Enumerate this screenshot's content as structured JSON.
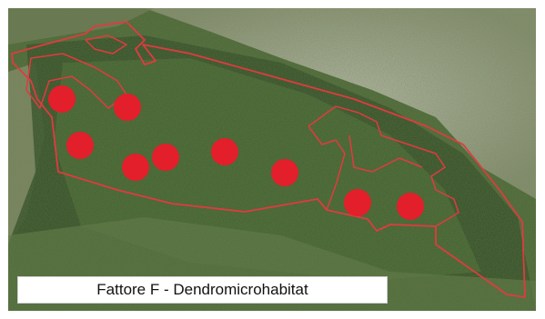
{
  "caption": "Fattore F - Dendromicrohabitat",
  "colors": {
    "boundary": "#e03b3f",
    "marker": "#e21f2a",
    "forest_dark": "#2f4a22",
    "forest_mid": "#4f6e35",
    "rock": "#b9b7a8"
  },
  "markers": [
    {
      "id": 1
    },
    {
      "id": 2
    },
    {
      "id": 3
    },
    {
      "id": 4
    },
    {
      "id": 5
    },
    {
      "id": 6
    },
    {
      "id": 7
    },
    {
      "id": 8
    },
    {
      "id": 9
    }
  ]
}
